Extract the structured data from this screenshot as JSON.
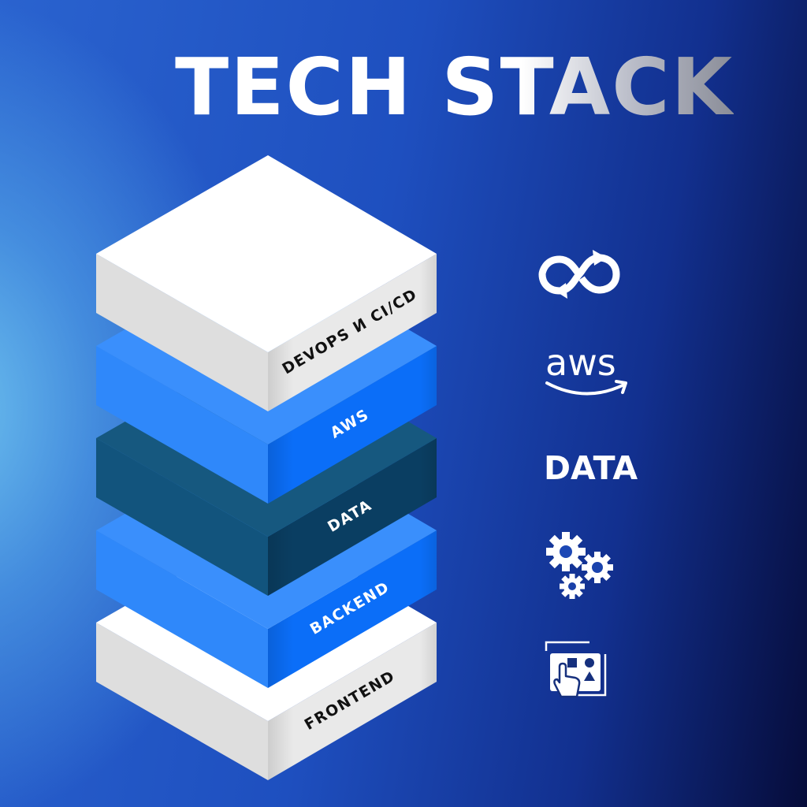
{
  "title": "TECH STACK",
  "layers": [
    {
      "label": "FRONTEND",
      "theme": "white"
    },
    {
      "label": "BACKEND",
      "theme": "blue"
    },
    {
      "label": "DATA",
      "theme": "dark"
    },
    {
      "label": "AWS",
      "theme": "blue"
    },
    {
      "label": "DEVOPS И CI/CD",
      "theme": "white"
    }
  ],
  "themes": {
    "white": {
      "top": "#ffffff",
      "left": "#dedede",
      "right": "#e9e9e9",
      "text": "#111111"
    },
    "blue": {
      "top": "#3a8ffc",
      "left": "#2f88fa",
      "right": "#0b6ef8",
      "text": "#ffffff"
    },
    "dark": {
      "top": "#16587f",
      "left": "#12547d",
      "right": "#0a3e62",
      "text": "#ffffff"
    }
  },
  "icons": {
    "aws_text": "aws",
    "data_text": "DATA"
  }
}
